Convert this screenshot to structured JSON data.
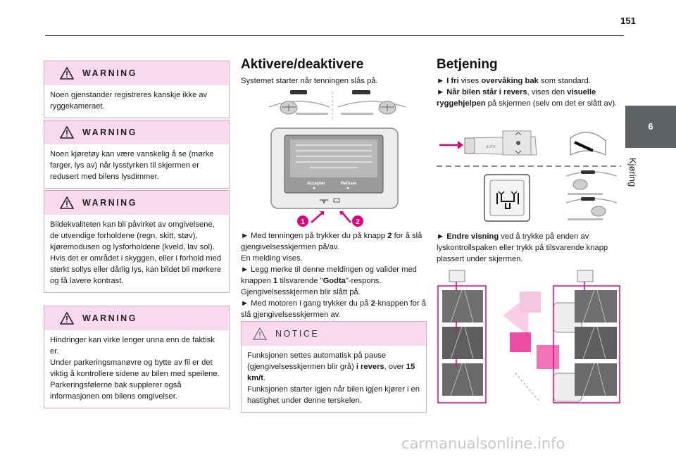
{
  "page": {
    "number": "151",
    "chapter_number": "6",
    "chapter_title": "Kjøring",
    "watermark": "carmanualsonline.info"
  },
  "warnings": [
    {
      "title": "WARNING",
      "text": "Noen gjenstander registreres kanskje ikke av ryggekameraet."
    },
    {
      "title": "WARNING",
      "text": "Noen kjøretøy kan være vanskelig å se (mørke farger, lys av) når lysstyrken til skjermen er redusert med bilens lysdimmer."
    },
    {
      "title": "WARNING",
      "text": "Bildekvaliteten kan bli påvirket av omgivelsene, de utvendige forholdene (regn, skitt, støv), kjøremodusen og lysforholdene (kveld, lav sol).\nHvis det er området i skyggen, eller i forhold med sterkt sollys eller dårlig lys, kan bildet bli mørkere og få lavere kontrast."
    },
    {
      "title": "WARNING",
      "text": "Hindringer kan virke lenger unna enn de faktisk er.\nUnder parkeringsmanøvre og bytte av fil er det viktig å kontrollere sidene av bilen med speilene.\nParkeringsfølerne bak supplerer også informasjonen om bilens omgivelser."
    }
  ],
  "activate": {
    "heading": "Aktivere/deaktivere",
    "intro": "Systemet starter når tenningen slås på.",
    "screen_dialog": {
      "accept": "Accepter",
      "refuse": "Refuser"
    },
    "callouts": [
      "1",
      "2"
    ],
    "p1_pre": "► Med tenningen på trykker du på knapp ",
    "p1_bold": "2",
    "p1_post": " for å slå gjengivelsesskjermen på/av.",
    "p2": "En melding vises.",
    "p3_pre": "► Legg merke til denne meldingen og valider med knappen ",
    "p3_bold1": "1",
    "p3_mid": " tilsvarende \"",
    "p3_bold2": "Godta",
    "p3_post": "\"-respons.",
    "p4": "Gjengivelsesskjermen blir slått på.",
    "p5_pre": "► Med motoren i gang trykker du på ",
    "p5_bold": "2",
    "p5_post": "-knappen for å slå gjengivelsesskjermen av."
  },
  "notice": {
    "title": "NOTICE",
    "l1_pre": "Funksjonen settes automatisk på pause (gjengivelsesskjermen blir grå) ",
    "l1_bold1": "i revers",
    "l1_mid": ", over ",
    "l1_bold2": "15 km/t",
    "l1_post": ".",
    "l2": "Funksjonen starter igjen når bilen igjen kjører i en hastighet under denne terskelen."
  },
  "operation": {
    "heading": "Betjening",
    "b1_pre": "► ",
    "b1_bold1": "I fri",
    "b1_mid": " vises ",
    "b1_bold2": "overvåking bak",
    "b1_post": " som standard.",
    "b2_pre": "► ",
    "b2_bold1": "Når bilen står i revers",
    "b2_mid": ", vises den ",
    "b2_bold2": "visuelle ryggehjelpen",
    "b2_post": " på skjermen (selv om det er slått av).",
    "b3_pre": "► ",
    "b3_bold": "Endre visning",
    "b3_post": " ved å trykke på enden av lyskontrollspaken eller trykk på tilsvarende knapp plassert under skjermen."
  },
  "colors": {
    "accent": "#e6007e",
    "warning_header": "#f9d9ee",
    "tab": "#5f6265"
  }
}
